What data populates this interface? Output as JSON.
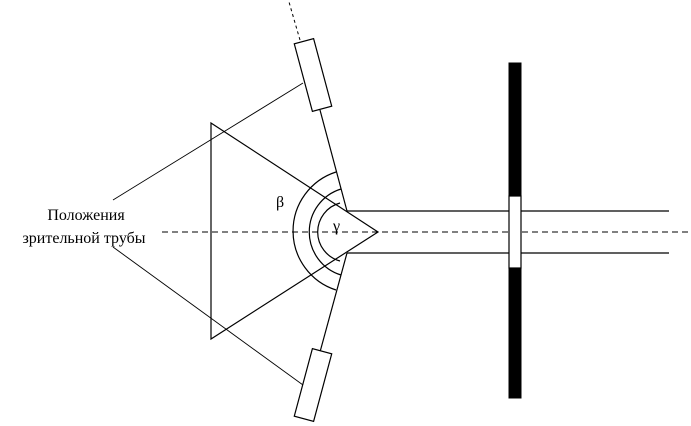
{
  "labels": {
    "telescope_line1": "Положения",
    "telescope_line2": "зрительной трубы",
    "beta": "β",
    "gamma": "γ"
  },
  "colors": {
    "ink": "#000000",
    "background": "#ffffff"
  }
}
